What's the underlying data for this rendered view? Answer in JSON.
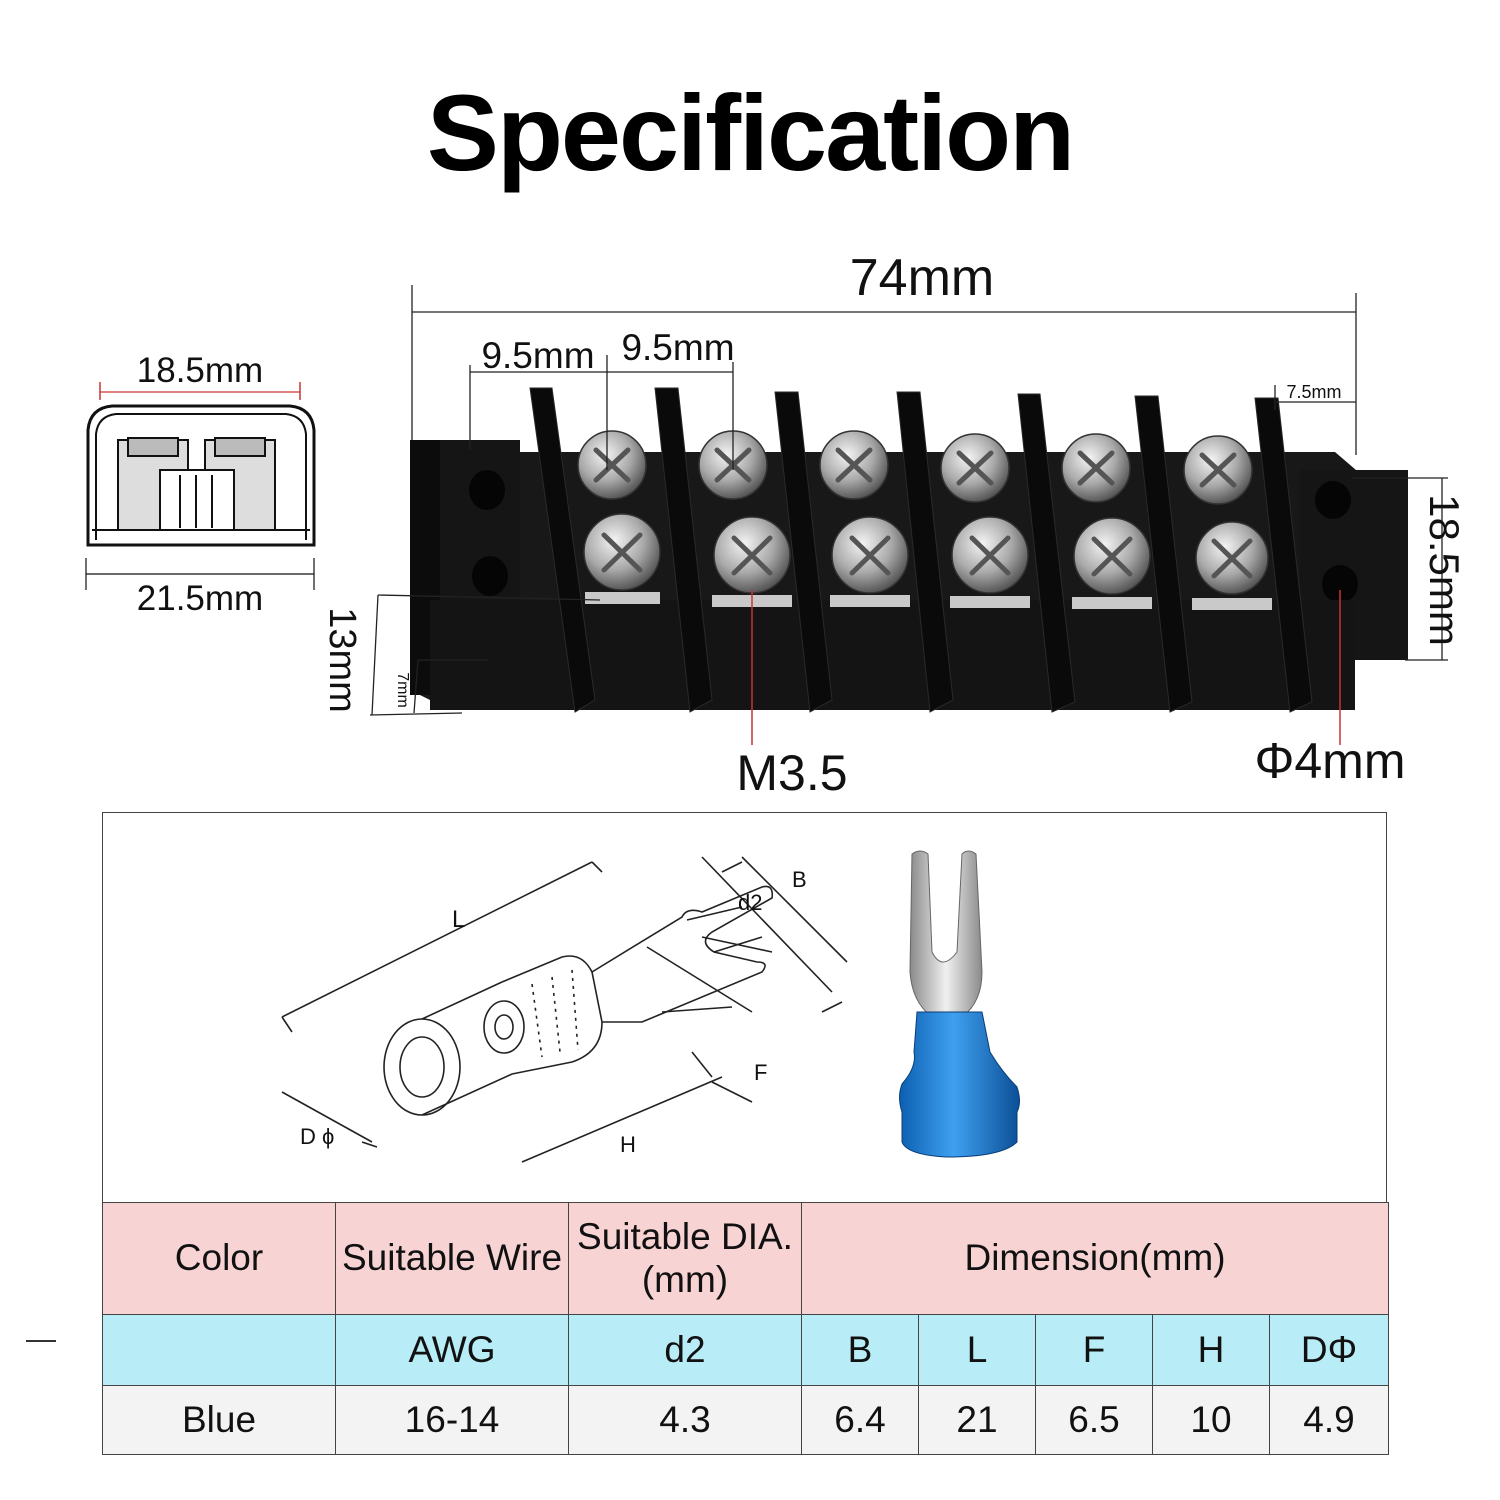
{
  "title": "Specification",
  "dimensions": {
    "total_length": "74mm",
    "pitch_1": "9.5mm",
    "pitch_2": "9.5mm",
    "end_margin": "7.5mm",
    "height_right": "18.5mm",
    "height_left": "13mm",
    "base_height": "7mm",
    "screw": "M3.5",
    "hole": "Φ4mm",
    "section_top": "18.5mm",
    "section_bottom": "21.5mm"
  },
  "terminal_labels": {
    "L": "L",
    "B": "B",
    "d2": "d2",
    "F": "F",
    "H": "H",
    "D": "D ϕ"
  },
  "colors": {
    "header_row": "#f7d3d4",
    "subheader_row": "#b8ecf6",
    "data_row": "#f3f3f3",
    "terminal_sleeve": "#1f7fd6",
    "block_body": "#1a1a1a"
  },
  "table": {
    "header": {
      "color": "Color",
      "wire": "Suitable Wire",
      "dia": "Suitable DIA.(mm)",
      "dimension": "Dimension(mm)"
    },
    "subheader": [
      "",
      "AWG",
      "d2",
      "B",
      "L",
      "F",
      "H",
      "DΦ"
    ],
    "rows": [
      [
        "Blue",
        "16-14",
        "4.3",
        "6.4",
        "21",
        "6.5",
        "10",
        "4.9"
      ]
    ]
  }
}
